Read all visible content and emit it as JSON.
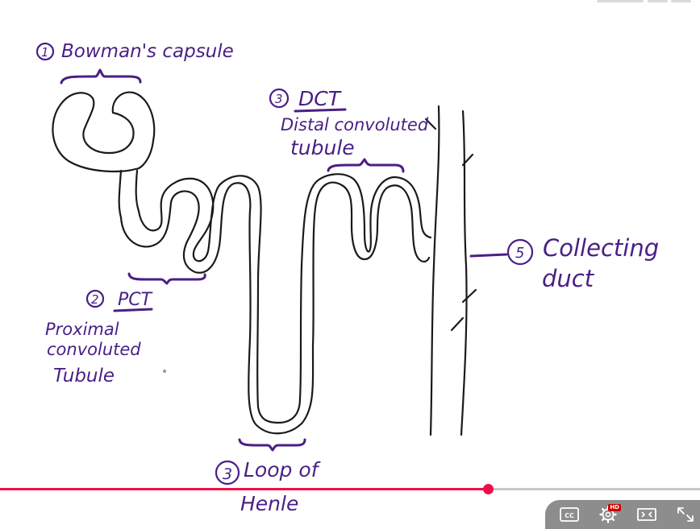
{
  "labels": {
    "bowman": {
      "num": "1",
      "text": "Bowman's capsule"
    },
    "pct": {
      "num": "2",
      "abbr": "PCT",
      "l1": "Proximal",
      "l2": "convoluted",
      "l3": "Tubule"
    },
    "dct": {
      "num": "3",
      "abbr": "DCT",
      "l1": "Distal convoluted",
      "l2": "tubule"
    },
    "loop": {
      "num": "3",
      "l1": "Loop of",
      "l2": "Henle"
    },
    "collecting": {
      "num": "5",
      "l1": "Collecting",
      "l2": "duct"
    }
  },
  "player": {
    "progress_percent": 69.7,
    "buttons": {
      "cc": "CC",
      "settings_badge": "HD"
    },
    "accent": "#ee0f4a",
    "controls_bg": "#8d8d8d"
  },
  "colors": {
    "ink": "#1a1a1a",
    "label": "#4a1f86"
  }
}
